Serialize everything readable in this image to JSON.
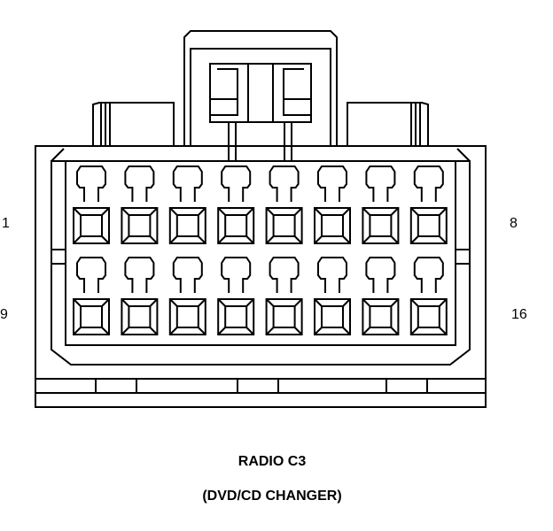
{
  "pin_labels": {
    "top_left": "1",
    "top_right": "8",
    "bottom_left": "9",
    "bottom_right": "16"
  },
  "caption": {
    "title": "RADIO C3",
    "subtitle": "(DVD/CD CHANGER)"
  },
  "connector": {
    "rows": 2,
    "cavities_per_row": 8
  }
}
